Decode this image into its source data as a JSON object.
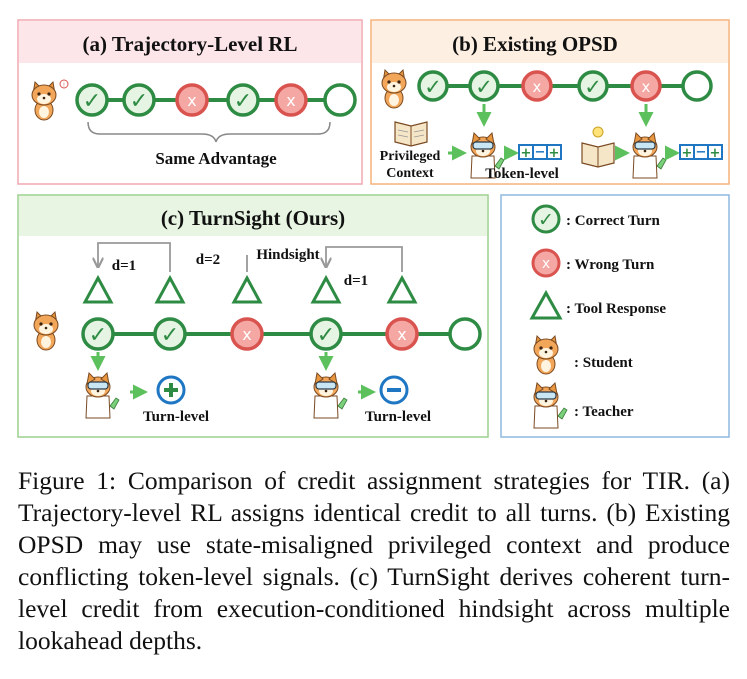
{
  "panels": {
    "a": {
      "title": "(a) Trajectory-Level RL",
      "label": "Same Advantage"
    },
    "b": {
      "title": "(b) Existing OPSD",
      "context_label_1": "Privileged",
      "context_label_2": "Context",
      "signal_label": "Token-level"
    },
    "c": {
      "title": "(c) TurnSight (Ours)",
      "hindsight_label": "Hindsight",
      "d1_left": "d=1",
      "d2": "d=2",
      "d1_right": "d=1",
      "turn_label_1": "Turn-level",
      "turn_label_2": "Turn-level"
    }
  },
  "nodes": {
    "correct_mark": "✓",
    "wrong_mark": "x"
  },
  "legend": {
    "correct": ": Correct Turn",
    "wrong": ": Wrong Turn",
    "tool": ": Tool Response",
    "student": ": Student",
    "teacher": ": Teacher"
  },
  "caption": {
    "lead": "Figure 1:",
    "text": "Comparison of credit assignment strategies for TIR. (a) Trajectory-level RL assigns identical credit to all turns. (b) Existing OPSD may use state-misaligned privileged context and produce conflicting token-level signals. (c) TurnSight derives coherent turn-level credit from execution-conditioned hindsight across multiple lookahead depths."
  },
  "colors": {
    "panel_a_border": "#f0a8b0",
    "panel_a_header": "#fde6e9",
    "panel_b_border": "#f5b27a",
    "panel_b_header": "#fdefe2",
    "panel_c_border": "#9ccf8e",
    "panel_c_header": "#e7f5e2",
    "legend_border": "#8fb8e0",
    "green": "#2e8b43",
    "green_fill": "#e6f4e3",
    "red": "#d9534f",
    "red_fill": "#f4a7a3",
    "arrow_green": "#5cc05c",
    "token_blue": "#1f77c4"
  }
}
